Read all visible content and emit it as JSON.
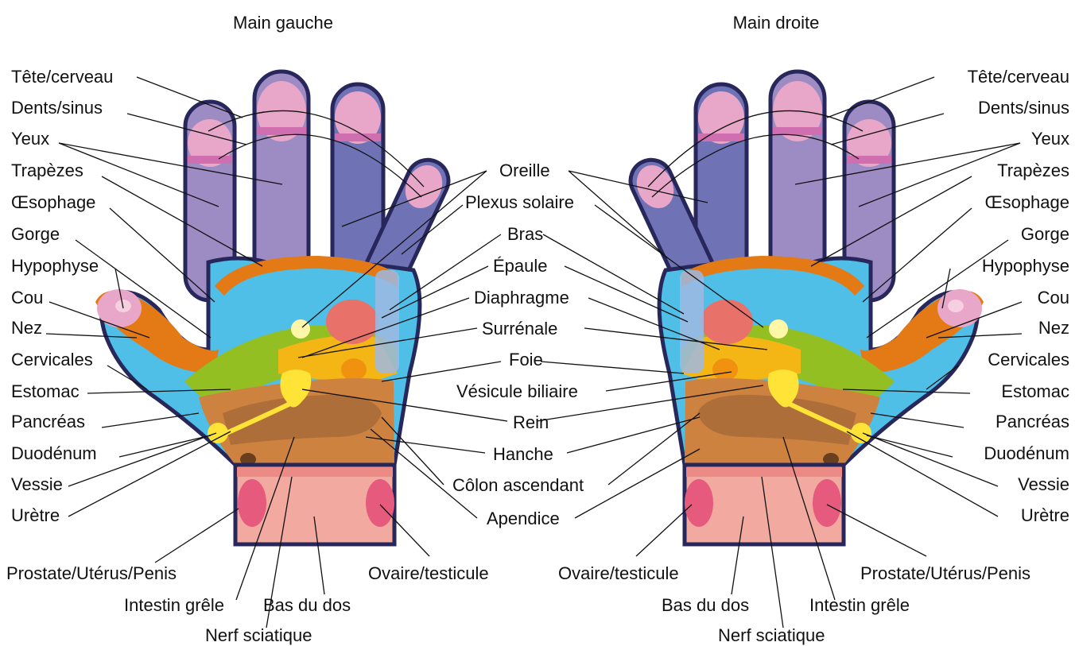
{
  "titles": {
    "left": "Main gauche",
    "right": "Main droite"
  },
  "labels": {
    "tete": "Tête/cerveau",
    "dents": "Dents/sinus",
    "yeux": "Yeux",
    "trapezes": "Trapèzes",
    "oesophage": "Œsophage",
    "gorge": "Gorge",
    "hypophyse": "Hypophyse",
    "cou": "Cou",
    "nez": "Nez",
    "cervicales": "Cervicales",
    "estomac": "Estomac",
    "pancreas": "Pancréas",
    "duodenum": "Duodénum",
    "vessie": "Vessie",
    "uretre": "Urètre",
    "oreille": "Oreille",
    "plexus": "Plexus solaire",
    "bras": "Bras",
    "epaule": "Épaule",
    "diaphragme": "Diaphragme",
    "surrenale": "Surrénale",
    "foie": "Foie",
    "vesicule": "Vésicule biliaire",
    "rein": "Rein",
    "hanche": "Hanche",
    "colon": "Côlon ascendant",
    "apendice": "Apendice",
    "prostate": "Prostate/Utérus/Penis",
    "ovaire": "Ovaire/testicule",
    "intestin": "Intestin grêle",
    "basdos": "Bas du dos",
    "nerf": "Nerf sciatique"
  },
  "colors": {
    "fingertip": "#e8a6c8",
    "finger_band": "#cf6fb0",
    "finger_purple": "#9d8cc4",
    "finger_blue": "#6f73b6",
    "orange_band": "#e47a16",
    "light_blue": "#4fbfe8",
    "green": "#93bf22",
    "yellow_orange": "#f4b614",
    "brown": "#a6693a",
    "light_brown": "#cd833f",
    "wrist": "#f2aaa0",
    "wrist_spot": "#e55a7d",
    "kidney": "#ffe337",
    "outline": "#27275c"
  }
}
